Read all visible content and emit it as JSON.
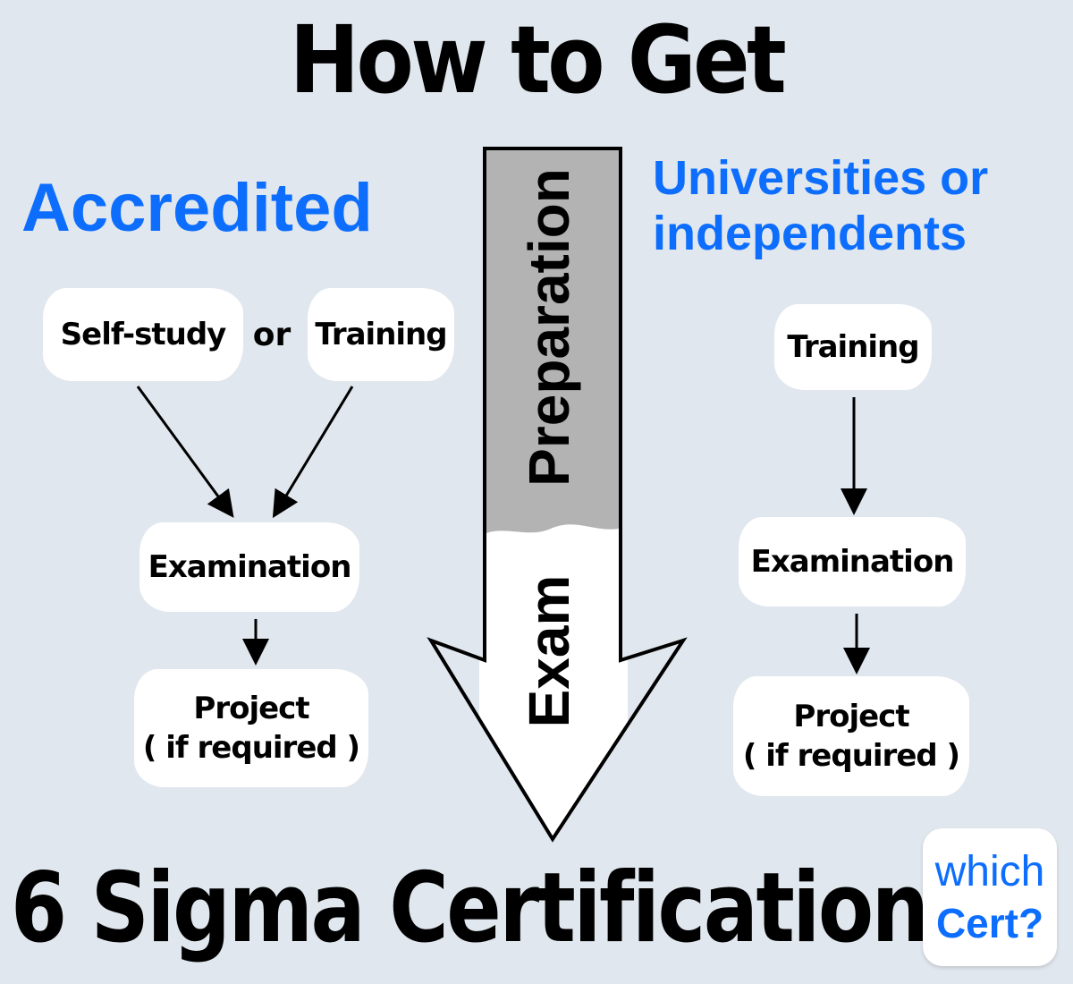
{
  "title_top": "How to Get",
  "title_bottom": "6 Sigma Certification",
  "left_heading": "Accredited",
  "right_heading": {
    "line1": "Universities or",
    "line2": "independents"
  },
  "center_arrow": {
    "upper_label": "Preparation",
    "lower_label": "Exam"
  },
  "left_path": {
    "option_a": "Self-study",
    "connector": "or",
    "option_b": "Training",
    "step2": "Examination",
    "step3_line1": "Project",
    "step3_line2": "( if required )"
  },
  "right_path": {
    "step1": "Training",
    "step2": "Examination",
    "step3_line1": "Project",
    "step3_line2": "( if required )"
  },
  "logo": {
    "line1": "which",
    "line2": "Cert?"
  },
  "colors": {
    "background": "#e1e7ee",
    "accent_blue": "#0d6efd",
    "arrow_upper_fill": "#b3b3b3",
    "arrow_lower_fill": "#ffffff"
  }
}
